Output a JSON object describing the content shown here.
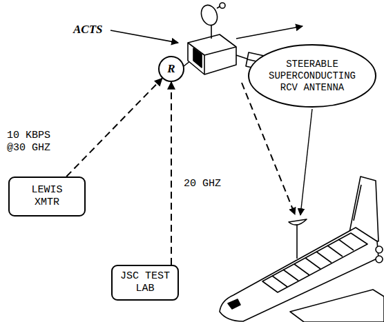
{
  "diagram": {
    "nodes": [
      {
        "text": [
          "R"
        ]
      },
      {
        "text": [
          "STEERABLE SUPERCONDUCTING RCV ANTENNA"
        ]
      },
      {
        "text": [
          "LEWIS XMTR"
        ]
      },
      {
        "text": [
          "JSC TEST LAB"
        ]
      }
    ],
    "edges": [
      {
        "from": 2,
        "to": 0,
        "arrow": "to"
      },
      {
        "from": 3,
        "to": 0,
        "arrow": "to"
      }
    ],
    "labels": [
      "ACTS",
      "20 GHZ",
      "10 KBPS @30 GHZ"
    ]
  }
}
